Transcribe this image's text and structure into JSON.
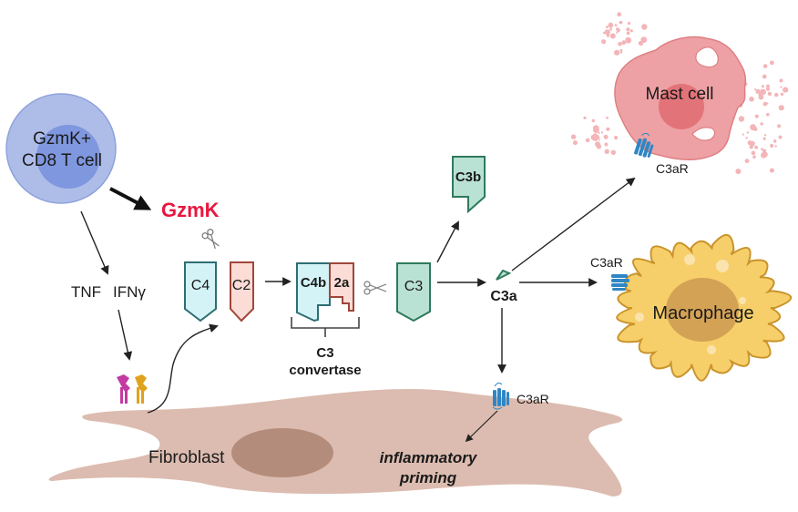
{
  "tcell": {
    "line1": "GzmK+",
    "line2": "CD8 T cell"
  },
  "gzmk": {
    "label": "GzmK",
    "color": "#e8173f"
  },
  "cytokines": {
    "tnf": "TNF",
    "ifng": "IFNγ"
  },
  "proteins": {
    "c4": "C4",
    "c2": "C2",
    "c4b": "C4b",
    "c2a": "2a",
    "c3": "C3",
    "c3b": "C3b",
    "c3a": "C3a"
  },
  "convertase": {
    "line1": "C3",
    "line2": "convertase"
  },
  "cells": {
    "mast": "Mast cell",
    "macrophage": "Macrophage",
    "fibroblast": "Fibroblast"
  },
  "receptors": {
    "mast_c3ar": "C3aR",
    "macro_c3ar": "C3aR",
    "fibro_c3ar": "C3aR"
  },
  "outcome": {
    "line1": "inflammatory",
    "line2": "priming"
  },
  "colors": {
    "tcell_outer": "#aebde8",
    "tcell_inner": "#7f97de",
    "c4_fill": "#d3f3f7",
    "c4_stroke": "#2e6e72",
    "c2_fill": "#fbdcd6",
    "c2_stroke": "#a0463a",
    "c3_fill": "#b9e2d4",
    "c3_stroke": "#2f7a5c",
    "mast_fill": "#eea1a4",
    "macro_fill": "#f7cf6a",
    "fibro_fill": "#dcbcb0",
    "receptor_blue": "#2f86c4"
  }
}
